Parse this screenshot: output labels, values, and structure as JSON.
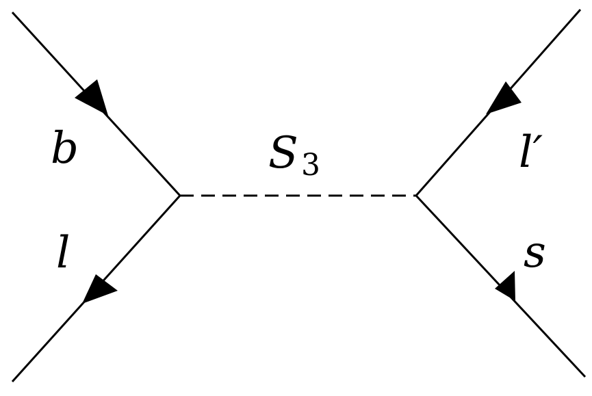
{
  "diagram": {
    "type": "feynman-diagram",
    "line_color": "#000000",
    "background": "#ffffff",
    "labels": {
      "incoming_top_left": "b",
      "outgoing_bottom_left": "l",
      "incoming_top_right": "l′",
      "outgoing_bottom_right": "s",
      "propagator_symbol": "S",
      "propagator_subscript": "3"
    },
    "propagator_style": "dashed",
    "fermion_arrows": "filled-triangle"
  }
}
